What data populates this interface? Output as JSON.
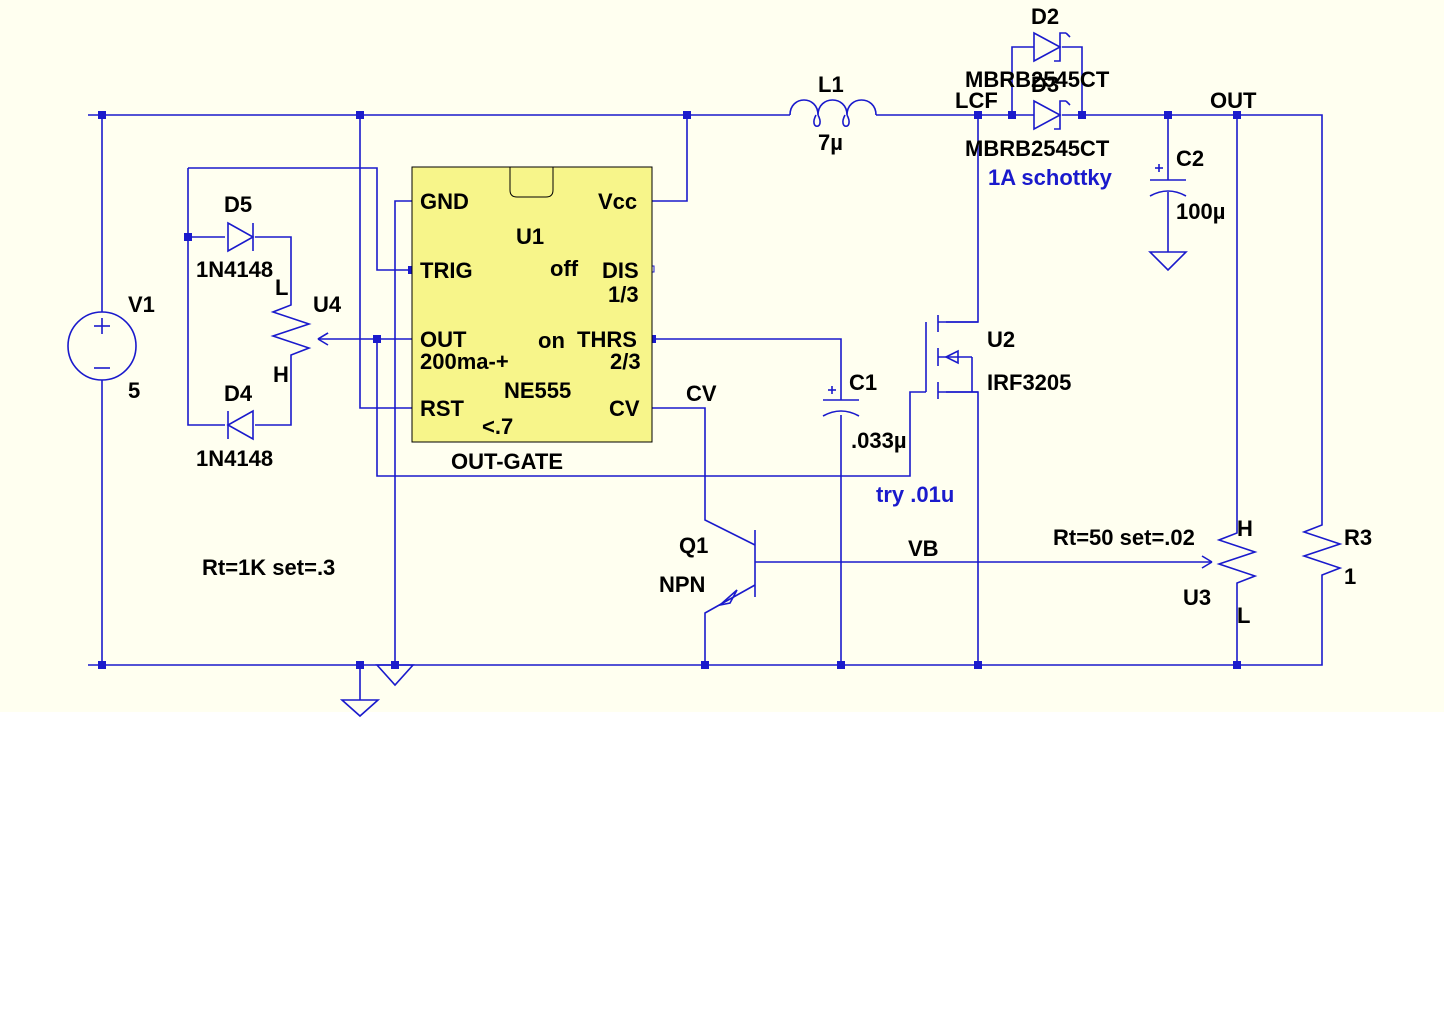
{
  "colors": {
    "sheet_background": "#fffff0",
    "page_background": "#ffffff",
    "wire": "#1a1acc",
    "ic_fill": "#f7f58a",
    "label": "#000000",
    "comment": "#1a1acc"
  },
  "components": {
    "v1": {
      "name": "V1",
      "value": "5"
    },
    "l1": {
      "name": "L1",
      "value": "7µ"
    },
    "d2": {
      "name": "D2",
      "model": "MBRB2545CT"
    },
    "d3": {
      "name": "D3",
      "model": "MBRB2545CT"
    },
    "schottky_note": "1A schottky",
    "c2": {
      "name": "C2",
      "value": "100µ"
    },
    "d5": {
      "name": "D5",
      "model": "1N4148"
    },
    "d4": {
      "name": "D4",
      "model": "1N4148"
    },
    "u4": {
      "name": "U4",
      "pin_l": "L",
      "pin_h": "H",
      "setting": "Rt=1K set=.3"
    },
    "u1": {
      "name": "U1",
      "part": "NE555",
      "pins": {
        "gnd": "GND",
        "vcc": "Vcc",
        "trig": "TRIG",
        "dis": "DIS",
        "out": "OUT",
        "thrs": "THRS",
        "rst": "RST",
        "cv": "CV"
      },
      "notes": {
        "off": "off",
        "one_third": "1/3",
        "on": "on",
        "two_thirds": "2/3",
        "out_current": "200ma-+",
        "rst_level": "<.7"
      }
    },
    "c1": {
      "name": "C1",
      "value": ".033µ",
      "note": "try .01u"
    },
    "u2": {
      "name": "U2",
      "model": "IRF3205"
    },
    "q1": {
      "name": "Q1",
      "type": "NPN"
    },
    "u3": {
      "name": "U3",
      "pin_h": "H",
      "pin_l": "L",
      "setting": "Rt=50 set=.02"
    },
    "r3": {
      "name": "R3",
      "value": "1"
    }
  },
  "nets": {
    "lcf": "LCF",
    "out": "OUT",
    "out_gate": "OUT-GATE",
    "cv": "CV",
    "vb": "VB"
  }
}
